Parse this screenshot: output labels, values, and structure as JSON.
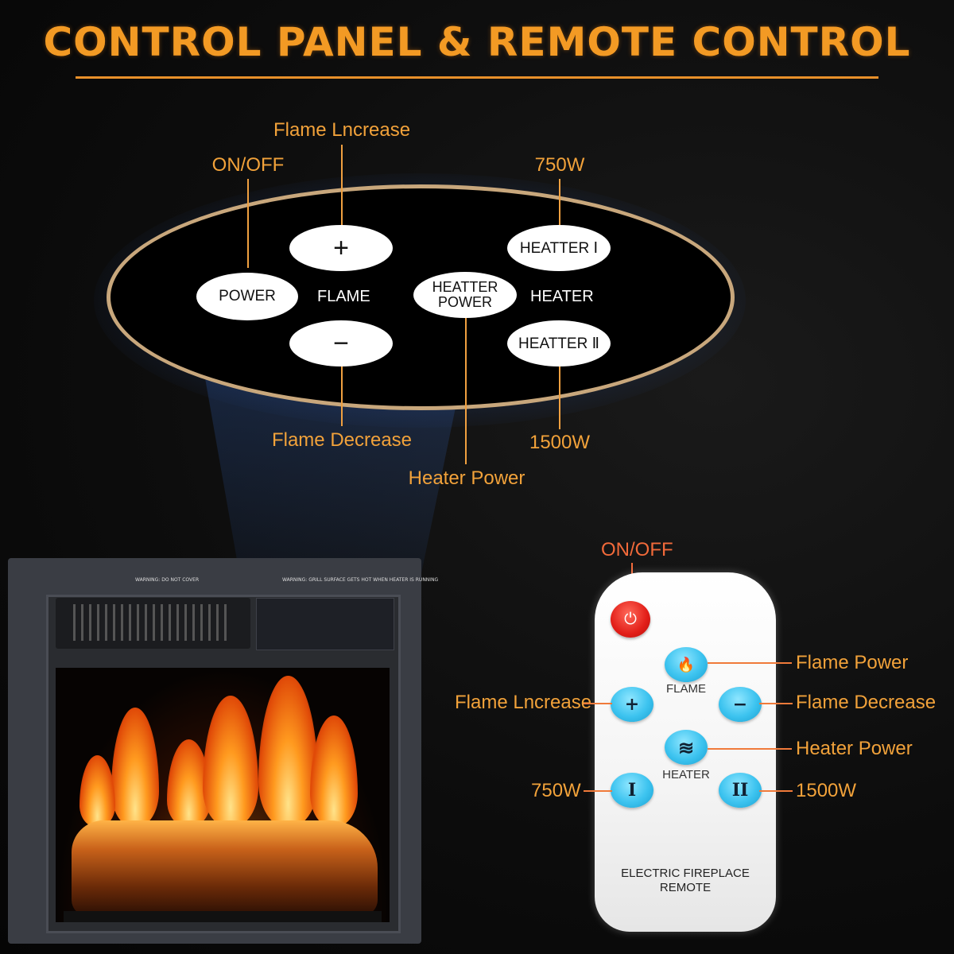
{
  "title": "CONTROL PANEL & REMOTE CONTROL",
  "panel": {
    "callouts": {
      "on_off": "ON/OFF",
      "flame_increase": "Flame Lncrease",
      "flame_decrease": "Flame Decrease",
      "heater_power": "Heater Power",
      "w750": "750W",
      "w1500": "1500W"
    },
    "buttons": {
      "power": "POWER",
      "plus": "+",
      "minus": "−",
      "heater_power_line1": "HEATTER",
      "heater_power_line2": "POWER",
      "heater_1": "HEATTER Ⅰ",
      "heater_2": "HEATTER Ⅱ"
    },
    "labels": {
      "flame": "FLAME",
      "heater": "HEATER"
    }
  },
  "fireplace": {
    "warning_left": "WARNING: DO NOT COVER",
    "warning_right": "WARNING: GRILL SURFACE GETS HOT WHEN HEATER IS RUNNING"
  },
  "remote": {
    "callouts": {
      "on_off": "ON/OFF",
      "flame_power": "Flame Power",
      "flame_increase": "Flame Lncrease",
      "flame_decrease": "Flame Decrease",
      "heater_power": "Heater Power",
      "w750": "750W",
      "w1500": "1500W"
    },
    "buttons": {
      "power_symbol": "⏻",
      "flame_symbol": "🔥",
      "plus": "+",
      "minus": "−",
      "heater_symbol": "≋",
      "level_1": "I",
      "level_2": "II"
    },
    "labels": {
      "flame": "FLAME",
      "heater": "HEATER",
      "footer_line1": "ELECTRIC FIREPLACE",
      "footer_line2": "REMOTE"
    }
  },
  "colors": {
    "title": "#f39a24",
    "callout": "#f2a23a",
    "remote_callout": "#f26a3a",
    "panel_border": "#c8a77c",
    "remote_button": "#3cc3ef",
    "remote_power": "#e21e18"
  }
}
